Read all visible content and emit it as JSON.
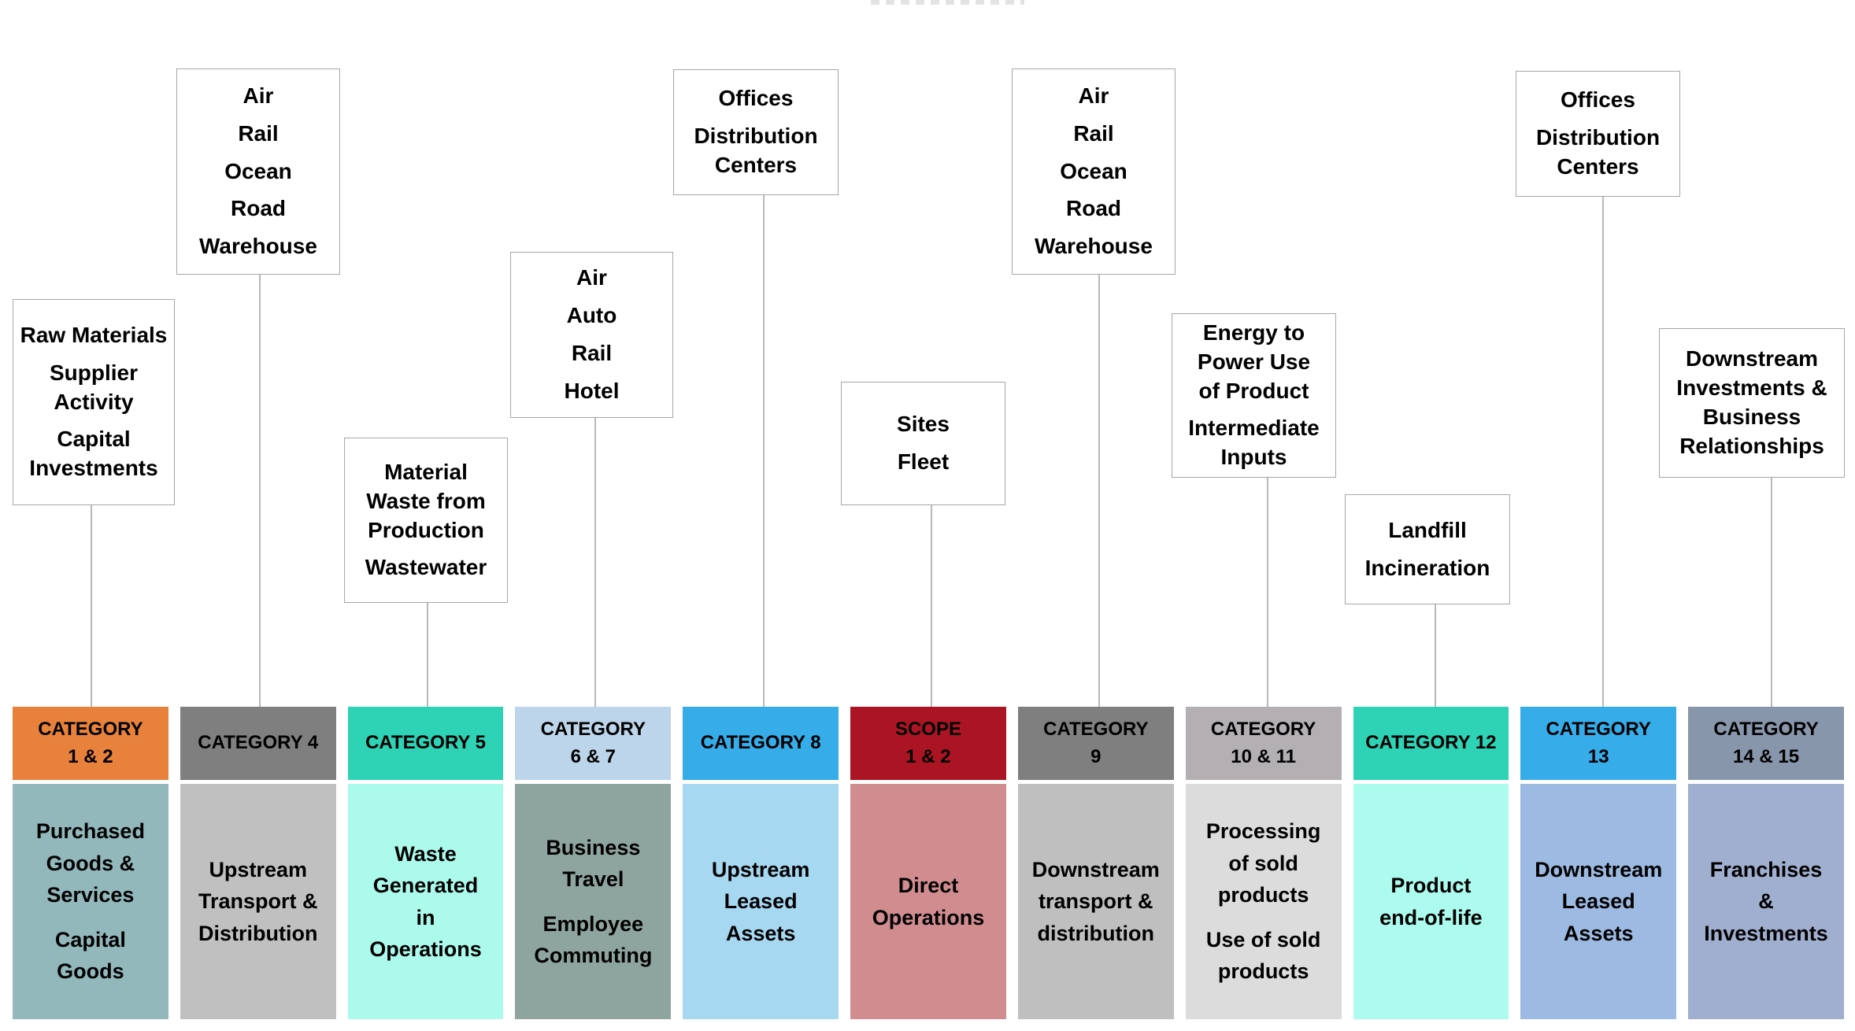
{
  "styles": {
    "background": "#FFFFFF",
    "text_color": "#000000",
    "callout_border": "#A6A6A6",
    "leader_line": "#B9B9B9"
  },
  "diagram": {
    "columns": [
      {
        "header": {
          "label": "CATEGORY\n1 & 2",
          "bg": "#E8813B"
        },
        "body": {
          "bg": "#92B8BC",
          "items": [
            "Purchased\nGoods &\nServices",
            "Capital\nGoods"
          ]
        }
      },
      {
        "header": {
          "label": "CATEGORY 4",
          "bg": "#7F7F7F"
        },
        "body": {
          "bg": "#C0C0C0",
          "items": [
            "Upstream\nTransport &\nDistribution"
          ]
        }
      },
      {
        "header": {
          "label": "CATEGORY 5",
          "bg": "#2ED2B4"
        },
        "body": {
          "bg": "#ABFAEC",
          "items": [
            "Waste\nGenerated\nin\nOperations"
          ]
        }
      },
      {
        "header": {
          "label": "CATEGORY\n6 & 7",
          "bg": "#BDD5EA"
        },
        "body": {
          "bg": "#8EA49E",
          "items": [
            "Business\nTravel",
            "Employee\nCommuting"
          ]
        }
      },
      {
        "header": {
          "label": "CATEGORY 8",
          "bg": "#36ACE9"
        },
        "body": {
          "bg": "#A7D8F2",
          "items": [
            "Upstream\nLeased\nAssets"
          ]
        }
      },
      {
        "header": {
          "label": "SCOPE\n1 & 2",
          "bg": "#AB1523"
        },
        "body": {
          "bg": "#D18C90",
          "items": [
            "Direct\nOperations"
          ]
        }
      },
      {
        "header": {
          "label": "CATEGORY\n9",
          "bg": "#7F7F7F"
        },
        "body": {
          "bg": "#BFBFBF",
          "items": [
            "Downstream\ntransport &\ndistribution"
          ]
        }
      },
      {
        "header": {
          "label": "CATEGORY\n10 & 11",
          "bg": "#B3AFB3"
        },
        "body": {
          "bg": "#DCDCDC",
          "items": [
            "Processing\nof sold\nproducts",
            "Use of sold\nproducts"
          ]
        }
      },
      {
        "header": {
          "label": "CATEGORY 12",
          "bg": "#2ED2B4"
        },
        "body": {
          "bg": "#ACFBEE",
          "items": [
            "Product\nend-of-life"
          ]
        }
      },
      {
        "header": {
          "label": "CATEGORY\n13",
          "bg": "#36ACE9"
        },
        "body": {
          "bg": "#9CBAE2",
          "items": [
            "Downstream\nLeased\nAssets"
          ]
        }
      },
      {
        "header": {
          "label": "CATEGORY\n14 & 15",
          "bg": "#8796AB"
        },
        "body": {
          "bg": "#A0AFCF",
          "items": [
            "Franchises\n&\nInvestments"
          ]
        }
      }
    ],
    "callouts": [
      {
        "items": [
          "Raw Materials",
          "Supplier\nActivity",
          "Capital\nInvestments"
        ]
      },
      {
        "items": [
          "Air",
          "Rail",
          "Ocean",
          "Road",
          "Warehouse"
        ]
      },
      {
        "items": [
          "Material\nWaste from\nProduction",
          "Wastewater"
        ]
      },
      {
        "items": [
          "Air",
          "Auto",
          "Rail",
          "Hotel"
        ]
      },
      {
        "items": [
          "Offices",
          "Distribution\nCenters"
        ]
      },
      {
        "items": [
          "Sites",
          "Fleet"
        ]
      },
      {
        "items": [
          "Air",
          "Rail",
          "Ocean",
          "Road",
          "Warehouse"
        ]
      },
      {
        "items": [
          "Energy to\nPower Use\nof Product",
          "Intermediate\nInputs"
        ]
      },
      {
        "items": [
          "Landfill",
          "Incineration"
        ]
      },
      {
        "items": [
          "Offices",
          "Distribution\nCenters"
        ]
      },
      {
        "items": [
          "Downstream\nInvestments &\nBusiness\nRelationships"
        ]
      }
    ]
  }
}
